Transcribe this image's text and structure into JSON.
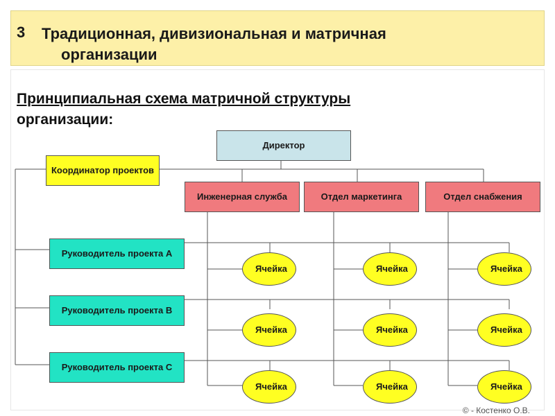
{
  "header": {
    "number": "3",
    "title_line1": "Традиционная, дивизиональная и матричная",
    "title_line2": "организации"
  },
  "subtitle": {
    "underlined": "Принципиальная схема матричной структуры",
    "rest": "организации:"
  },
  "diagram": {
    "director": "Директор",
    "coordinator": "Координатор проектов",
    "departments": [
      "Инженерная служба",
      "Отдел маркетинга",
      "Отдел снабжения"
    ],
    "project_leads": [
      "Руководитель проекта А",
      "Руководитель проекта В",
      "Руководитель проекта С"
    ],
    "cell_label": "Ячейка"
  },
  "footer": {
    "copyright": "© - Костенко О.В."
  },
  "colors": {
    "title_bg": "#fdf0a8",
    "director": "#c9e4ea",
    "coordinator": "#ffff22",
    "department": "#f07a7e",
    "project_lead": "#22e3c4",
    "cell": "#ffff22"
  }
}
